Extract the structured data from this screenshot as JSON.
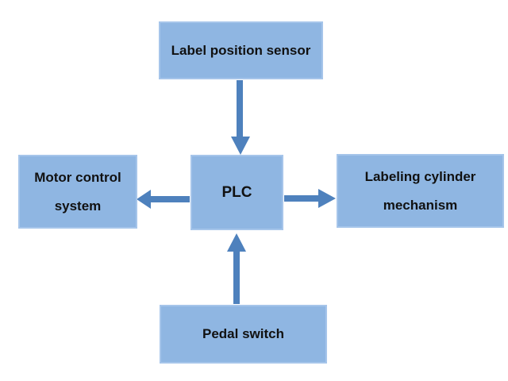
{
  "colors": {
    "background": "#ffffff",
    "node_fill": "#8fb6e2",
    "node_border": "#a6c5ea",
    "arrow": "#4e81bd",
    "text": "#111111"
  },
  "diagram": {
    "type": "block-diagram",
    "nodes": {
      "sensor": {
        "label": "Label position sensor"
      },
      "motor": {
        "label": "Motor control system"
      },
      "plc": {
        "label": "PLC"
      },
      "cylinder": {
        "label": "Labeling cylinder mechanism"
      },
      "pedal": {
        "label": "Pedal switch"
      }
    },
    "edges": [
      {
        "from": "sensor",
        "to": "plc",
        "direction": "down"
      },
      {
        "from": "plc",
        "to": "motor",
        "direction": "left"
      },
      {
        "from": "plc",
        "to": "cylinder",
        "direction": "right"
      },
      {
        "from": "pedal",
        "to": "plc",
        "direction": "up"
      }
    ]
  }
}
